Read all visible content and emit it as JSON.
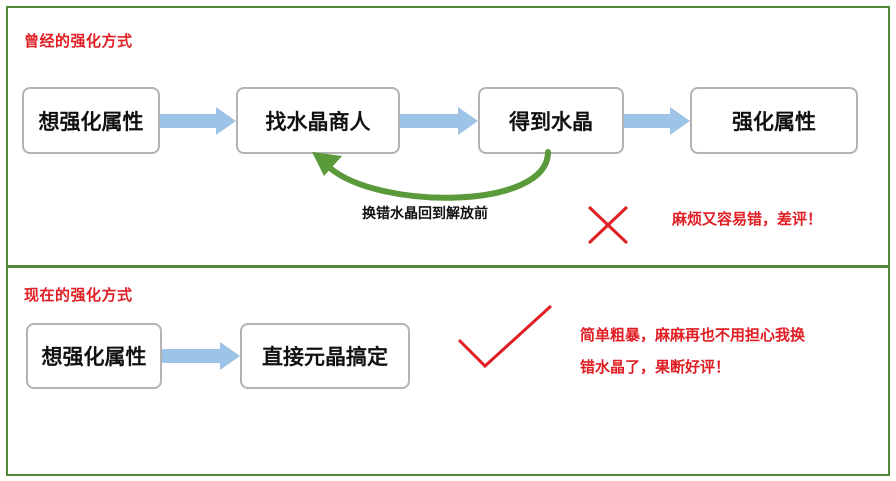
{
  "old_section": {
    "title": "曾经的强化方式",
    "steps": [
      "想强化属性",
      "找水晶商人",
      "得到水晶",
      "强化属性"
    ],
    "loop_caption": "换错水晶回到解放前",
    "verdict_icon": "cross-icon",
    "verdict_text": "麻烦又容易错，差评！"
  },
  "new_section": {
    "title": "现在的强化方式",
    "steps": [
      "想强化属性",
      "直接元晶搞定"
    ],
    "verdict_icon": "check-icon",
    "verdict_lines": [
      "简单粗暴，麻麻再也不用担心我换",
      "错水晶了，果断好评！"
    ]
  },
  "colors": {
    "panel_border": "#4e8a3a",
    "title_red": "#e01e24",
    "box_border": "#b3b3b3",
    "flow_arrow": "#9dc3e6",
    "loop_arrow_green": "#5b9a3b",
    "mark_red": "#e01e24"
  }
}
